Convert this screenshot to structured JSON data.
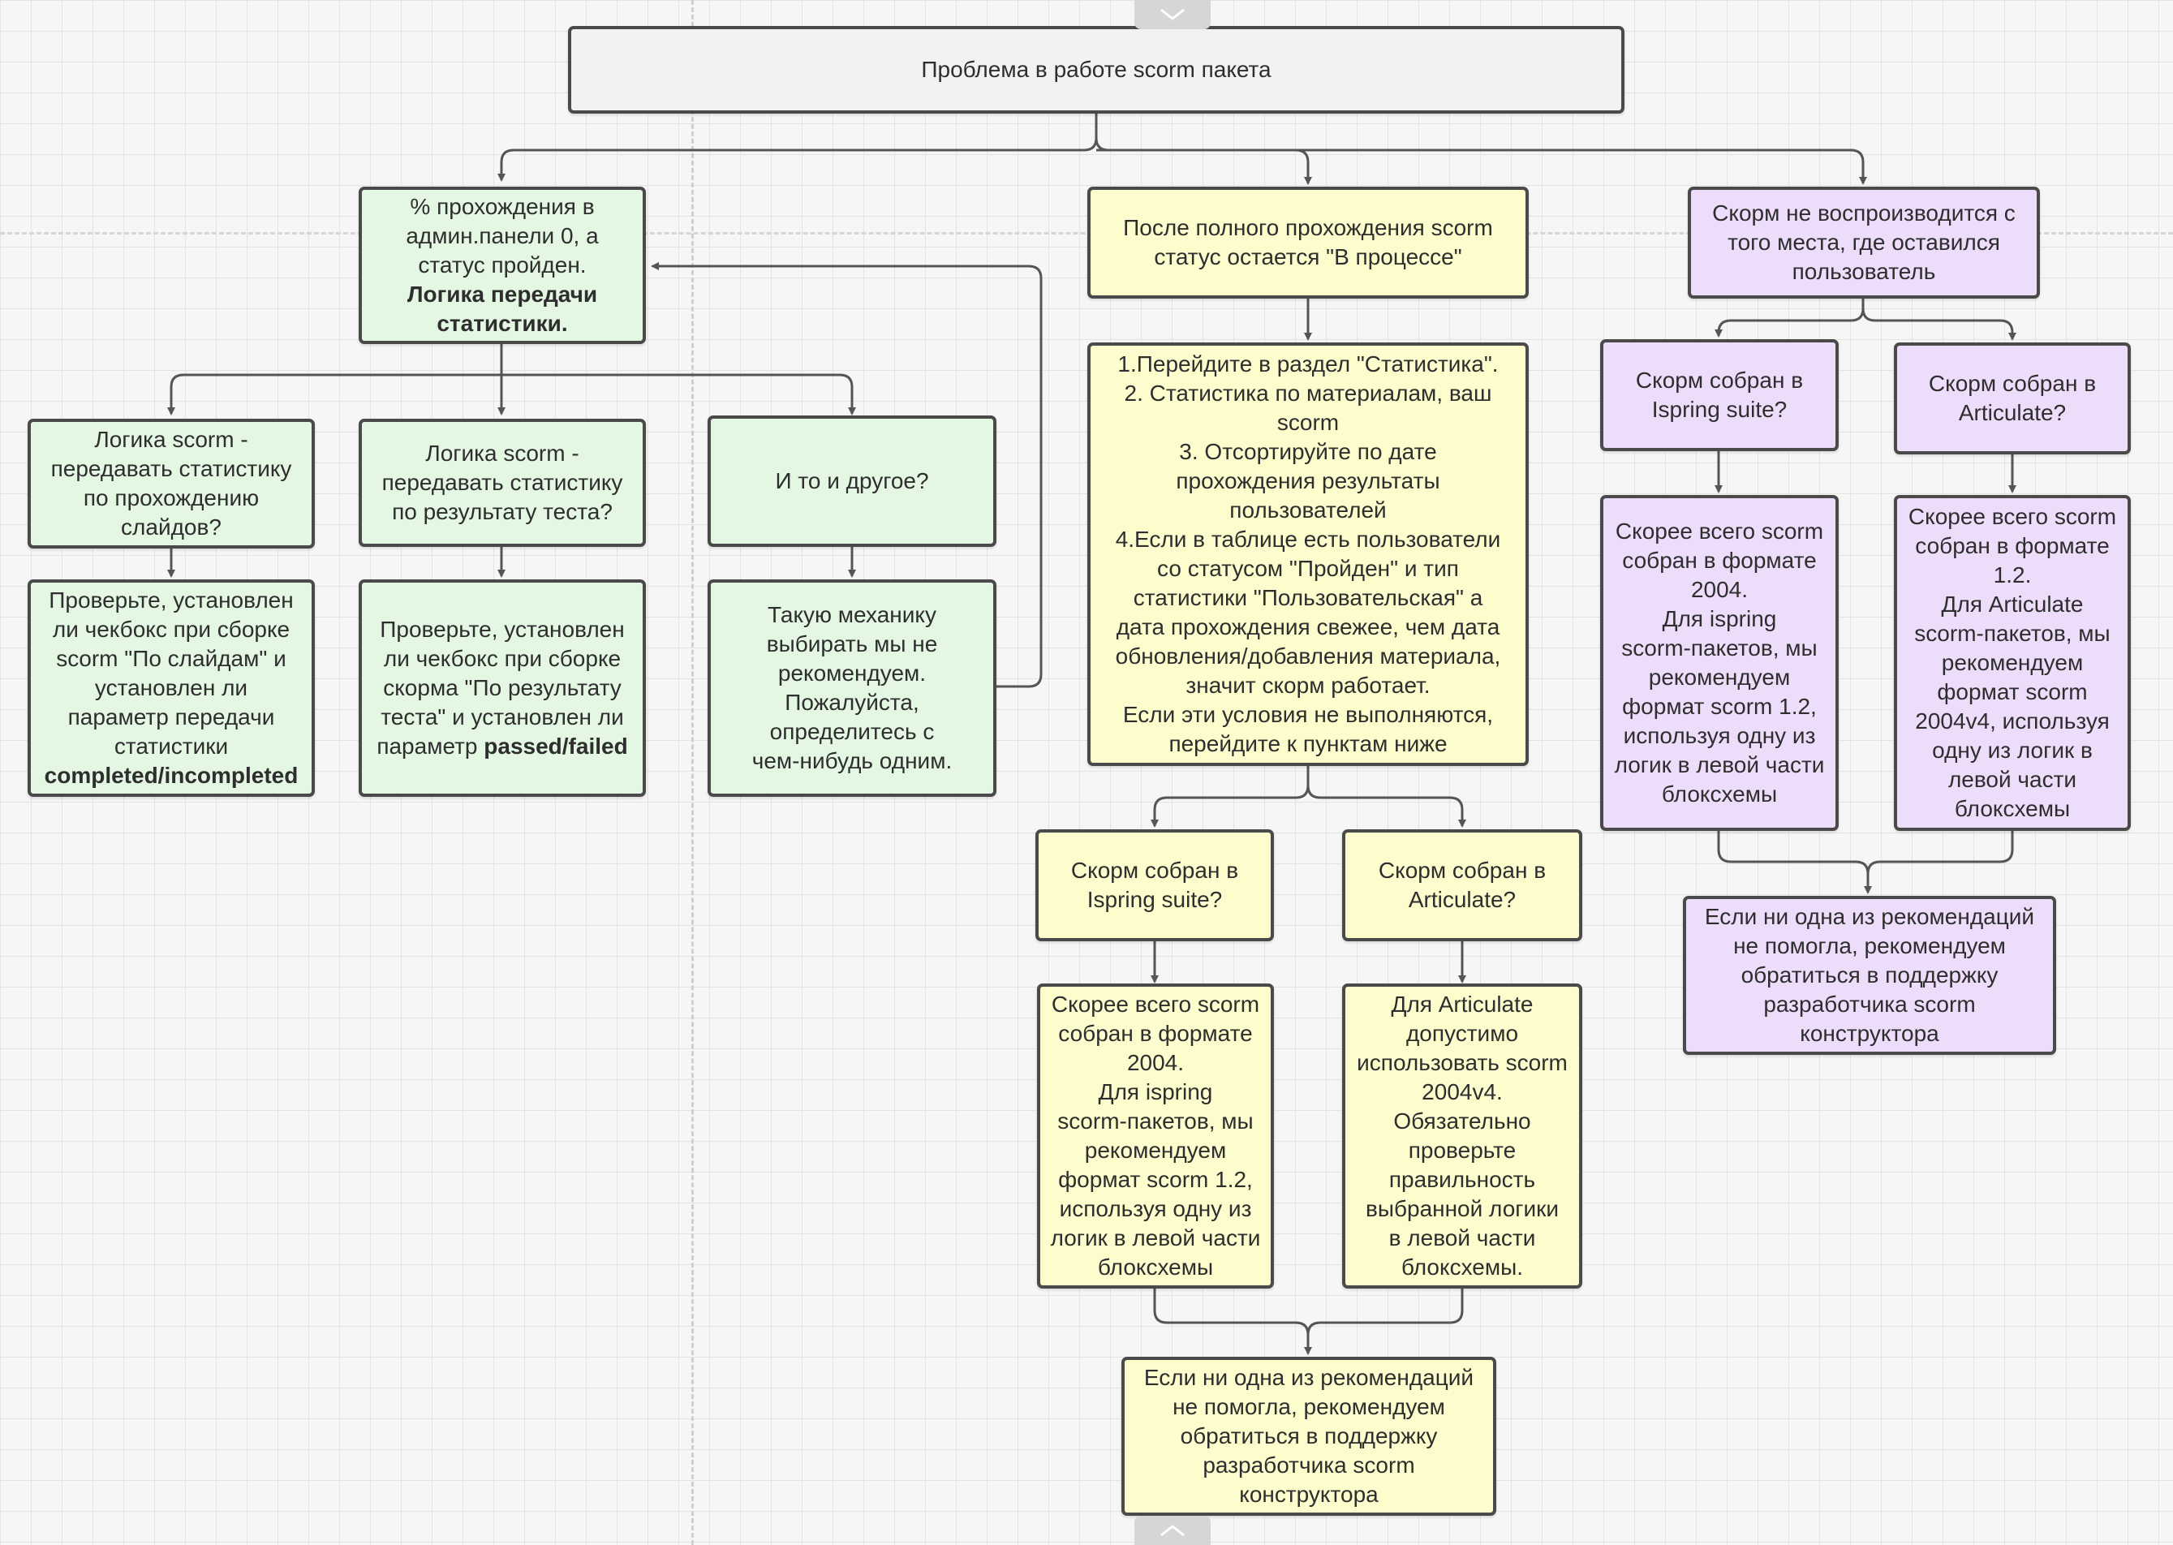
{
  "diagram": {
    "colors": {
      "gray": "#f2f2f3",
      "green": "#e4f7e3",
      "yellow": "#fdfccd",
      "purple": "#eedcfb",
      "border": "#4a4a4a",
      "connector": "#555555"
    },
    "nodes": {
      "root": {
        "text": "Проблема в работе scorm пакета"
      },
      "green_main": {
        "text": "% прохождения в\nадмин.панели 0, а\nстатус пройден.",
        "bold": "Логика передачи\nстатистики."
      },
      "green_slides_q": {
        "text": "Логика scorm -\nпередавать статистику\nпо прохождению\nслайдов?"
      },
      "green_test_q": {
        "text": "Логика scorm -\nпередавать статистику\nпо результату теста?"
      },
      "green_both_q": {
        "text": "И то и другое?"
      },
      "green_slides_a": {
        "text": "Проверьте, установлен\nли чекбокс при сборке\nscorm \"По слайдам\" и\nустановлен ли\nпараметр передачи\nстатистики",
        "bold": "completed/incompleted"
      },
      "green_test_a": {
        "text": "Проверьте, установлен\nли чекбокс при сборке\nскорма \"По результату\nтеста\" и установлен ли\nпараметр ",
        "bold": "passed/failed"
      },
      "green_both_a": {
        "text": "Такую механику\nвыбирать мы не\nрекомендуем.\nПожалуйста,\nопределитесь с\nчем-нибудь одним."
      },
      "yellow_main": {
        "text": "После полного прохождения scorm\nстатус остается \"В процессе\""
      },
      "yellow_steps": {
        "text": "1.Перейдите в раздел \"Статистика\".\n2. Статистика по материалам, ваш\nscorm\n3.  Отсортируйте по дате\nпрохождения результаты\nпользователей\n4.Если в таблице есть пользователи\nсо статусом \"Пройден\" и тип\nстатистики \"Пользовательская\" а\nдата прохождения свежее, чем дата\nобновления/добавления материала,\nзначит скорм работает.\nЕсли эти условия не выполняются,\nперейдите к пунктам ниже"
      },
      "yellow_ispring_q": {
        "text": "Скорм собран в\nIspring suite?"
      },
      "yellow_articulate_q": {
        "text": "Скорм собран в\nArticulate?"
      },
      "yellow_ispring_a": {
        "text": "Скорее всего scorm\nсобран в формате\n2004.\nДля ispring\nscorm-пакетов, мы\nрекомендуем\nформат scorm 1.2,\nиспользуя одну из\nлогик в левой части\nблоксхемы"
      },
      "yellow_articulate_a": {
        "text": "Для Articulate\nдопустимо\nиспользовать scorm\n2004v4.\nОбязательно\nпроверьте\nправильность\nвыбранной логики\nв левой части\nблоксхемы."
      },
      "yellow_support": {
        "text": "Если ни одна из рекомендаций\nне помогла, рекомендуем\nобратиться в поддержку\nразработчика scorm\nконструктора"
      },
      "purple_main": {
        "text": "Скорм не воспроизводится с\nтого места, где оставился\nпользователь"
      },
      "purple_ispring_q": {
        "text": "Скорм собран в\nIspring suite?"
      },
      "purple_articulate_q": {
        "text": "Скорм собран в\nArticulate?"
      },
      "purple_ispring_a": {
        "text": "Скорее всего scorm\nсобран в формате\n2004.\nДля ispring\nscorm-пакетов, мы\nрекомендуем\nформат scorm 1.2,\nиспользуя одну из\nлогик в левой части\nблоксхемы"
      },
      "purple_articulate_a": {
        "text": "Скорее всего scorm\nсобран в формате\n1.2.\nДля Articulate\nscorm-пакетов, мы\nрекомендуем\nформат scorm\n2004v4, используя\nодну из логик в\nлевой части\nблоксхемы"
      },
      "purple_support": {
        "text": "Если ни одна из рекомендаций\nне помогла, рекомендуем\nобратиться в поддержку\nразработчика scorm\nконструктора"
      }
    },
    "edges": [
      {
        "from": "root",
        "to": "green_main"
      },
      {
        "from": "root",
        "to": "yellow_main"
      },
      {
        "from": "root",
        "to": "purple_main"
      },
      {
        "from": "green_main",
        "to": "green_slides_q"
      },
      {
        "from": "green_main",
        "to": "green_test_q"
      },
      {
        "from": "green_main",
        "to": "green_both_q"
      },
      {
        "from": "green_slides_q",
        "to": "green_slides_a"
      },
      {
        "from": "green_test_q",
        "to": "green_test_a"
      },
      {
        "from": "green_both_q",
        "to": "green_both_a"
      },
      {
        "from": "green_both_a",
        "to": "green_main"
      },
      {
        "from": "yellow_main",
        "to": "yellow_steps"
      },
      {
        "from": "yellow_steps",
        "to": "yellow_ispring_q"
      },
      {
        "from": "yellow_steps",
        "to": "yellow_articulate_q"
      },
      {
        "from": "yellow_ispring_q",
        "to": "yellow_ispring_a"
      },
      {
        "from": "yellow_articulate_q",
        "to": "yellow_articulate_a"
      },
      {
        "from": "yellow_ispring_a",
        "to": "yellow_support"
      },
      {
        "from": "yellow_articulate_a",
        "to": "yellow_support"
      },
      {
        "from": "purple_main",
        "to": "purple_ispring_q"
      },
      {
        "from": "purple_main",
        "to": "purple_articulate_q"
      },
      {
        "from": "purple_ispring_q",
        "to": "purple_ispring_a"
      },
      {
        "from": "purple_articulate_q",
        "to": "purple_articulate_a"
      },
      {
        "from": "purple_ispring_a",
        "to": "purple_support"
      },
      {
        "from": "purple_articulate_a",
        "to": "purple_support"
      }
    ]
  }
}
